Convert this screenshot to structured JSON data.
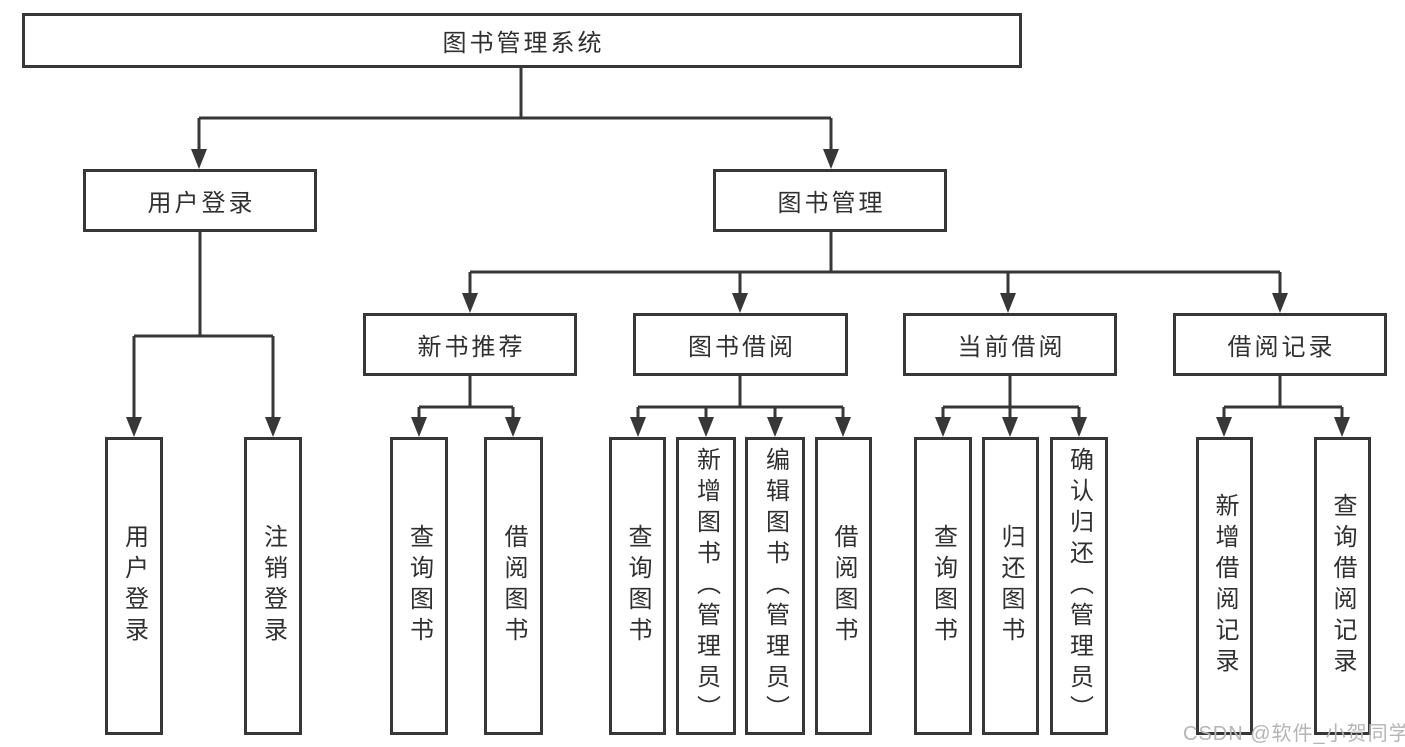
{
  "tree": {
    "root": "图书管理系统",
    "branches": [
      {
        "label": "用户登录",
        "children": [
          "用户登录",
          "注销登录"
        ]
      },
      {
        "label": "图书管理",
        "sections": [
          {
            "label": "新书推荐",
            "children": [
              "查询图书",
              "借阅图书"
            ]
          },
          {
            "label": "图书借阅",
            "children": [
              "查询图书",
              "新增图书（管理员）",
              "编辑图书（管理员）",
              "借阅图书"
            ]
          },
          {
            "label": "当前借阅",
            "children": [
              "查询图书",
              "归还图书",
              "确认归还（管理员）"
            ]
          },
          {
            "label": "借阅记录",
            "children": [
              "新增借阅记录",
              "查询借阅记录"
            ]
          }
        ]
      }
    ]
  },
  "watermark": "CSDN @软件_小贺同学",
  "colors": {
    "line": "#373737",
    "box_bg": "#ffffff",
    "text": "#303030",
    "watermark": "#b5b5b5"
  }
}
